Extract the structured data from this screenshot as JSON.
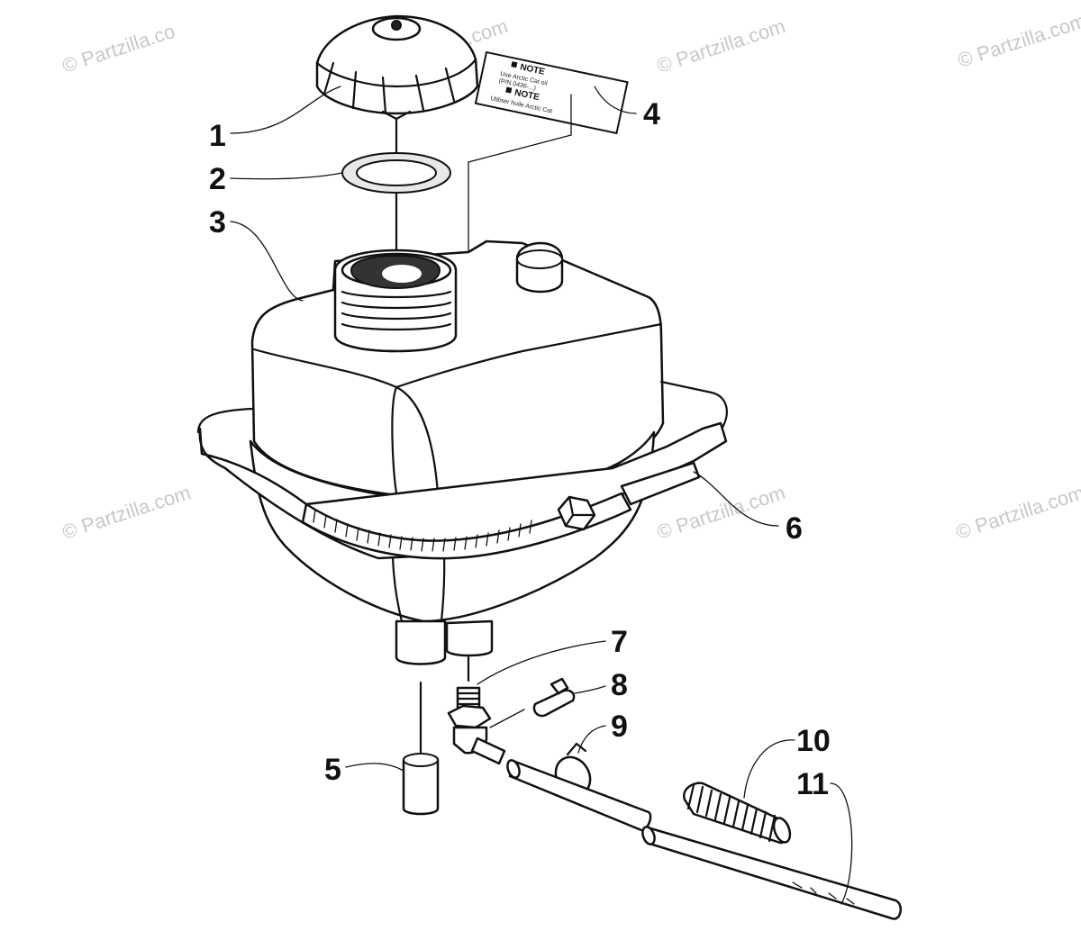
{
  "watermark": {
    "text": "© Partzilla.com",
    "text_short": "© Partzilla.co"
  },
  "decal": {
    "line1": "NOTE",
    "line2": "Use Arctic Cat oil",
    "line3": "(P/N 0436-...)",
    "line4": "NOTE",
    "line5": "Utiliser huile Arctic Cat"
  },
  "callouts": [
    "1",
    "2",
    "3",
    "4",
    "5",
    "6",
    "7",
    "8",
    "9",
    "10",
    "11"
  ],
  "colors": {
    "line": "#111111",
    "watermark": "#c8c8c8",
    "background": "#ffffff"
  }
}
